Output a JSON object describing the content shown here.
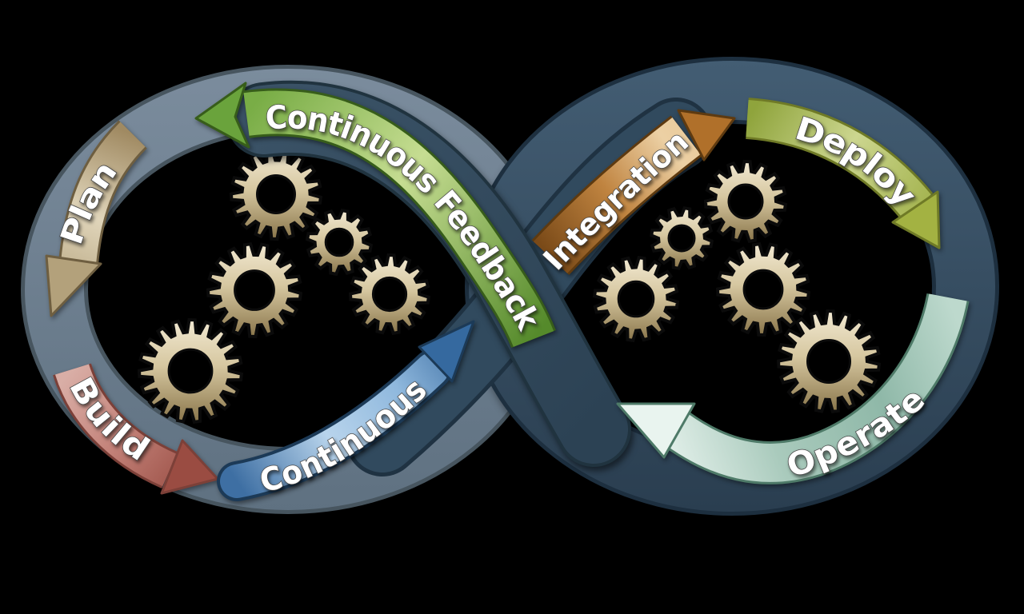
{
  "diagram": {
    "name": "devops-infinity-loop",
    "background": "#000000",
    "labels": {
      "plan": "Plan",
      "build": "Build",
      "continuous": "Continuous",
      "integration": "Integration",
      "deploy": "Deploy",
      "operate": "Operate",
      "feedback": "Continuous Feedback"
    },
    "colors": {
      "left_loop": "#66798b",
      "right_loop": "#314a5e",
      "plan_arrow": "#c9b894",
      "build_arrow": "#b5736a",
      "continuous_arrow": "#5b8fc4",
      "integration_arrow": "#c08440",
      "deploy_arrow": "#a9b94a",
      "operate_arrow": "#a9cabc",
      "feedback_arrow": "#76a83e",
      "gear": "#cdbd96",
      "label_text": "#ffffff"
    },
    "gears": {
      "left_loop": 5,
      "right_loop": 5
    }
  }
}
